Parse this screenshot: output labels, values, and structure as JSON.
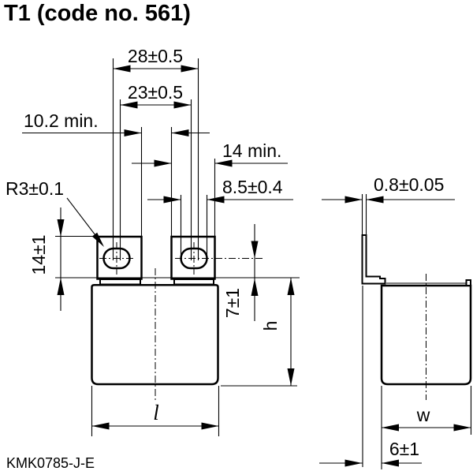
{
  "title": "T1 (code no. 561)",
  "footer_code": "KMK0785-J-E",
  "dimensions": {
    "pitch_outer": "28±0.5",
    "pitch_inner": "23±0.5",
    "terminal_gap": "10.2 min.",
    "terminal_width": "14 min.",
    "slot_length": "8.5±0.4",
    "hole_radius": "R3±0.1",
    "terminal_height": "14±1",
    "hole_center_height": "7±1",
    "body_height": "h",
    "body_length": "l",
    "body_width": "w",
    "tab_thickness": "0.8±0.05",
    "tab_offset": "6±1"
  }
}
